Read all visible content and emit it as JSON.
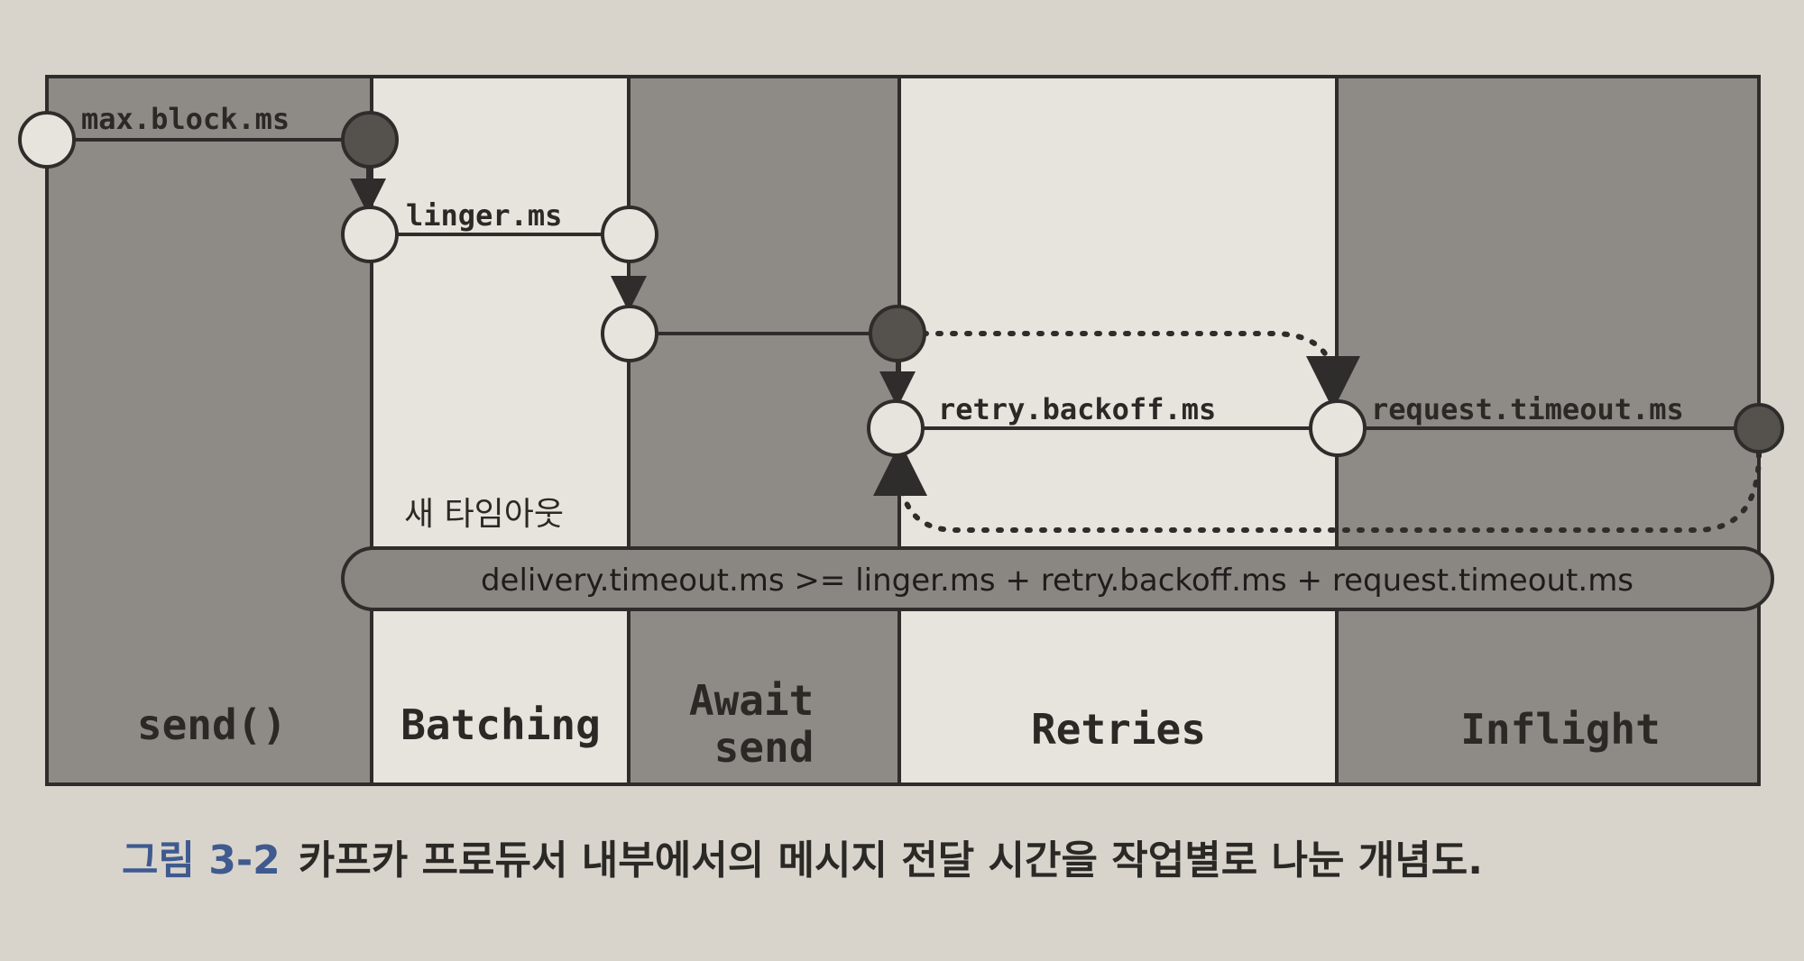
{
  "phases": [
    {
      "label_lines": [
        "send()"
      ],
      "shade": "dark"
    },
    {
      "label_lines": [
        "Batching"
      ],
      "shade": "light"
    },
    {
      "label_lines": [
        "Await",
        "send"
      ],
      "shade": "dark"
    },
    {
      "label_lines": [
        "Retries"
      ],
      "shade": "light"
    },
    {
      "label_lines": [
        "Inflight"
      ],
      "shade": "dark"
    }
  ],
  "timers": {
    "max_block": "max.block.ms",
    "linger": "linger.ms",
    "retry_backoff": "retry.backoff.ms",
    "request_timeout": "request.timeout.ms"
  },
  "new_timeout_label": "새 타임아웃",
  "formula": "delivery.timeout.ms >= linger.ms + retry.backoff.ms + request.timeout.ms",
  "caption": {
    "figure_number": "그림 3-2",
    "text": "카프카 프로듀서 내부에서의 메시지 전달 시간을 작업별로 나눈 개념도."
  },
  "colors": {
    "page": "#d8d4cc",
    "dark_column": "#8e8b86",
    "light_column": "#e7e4dd",
    "line": "#2f2d2b",
    "filled_node": "#55524e",
    "formula_fill": "#8a8782",
    "caption_accent": "#3f5a8f"
  }
}
